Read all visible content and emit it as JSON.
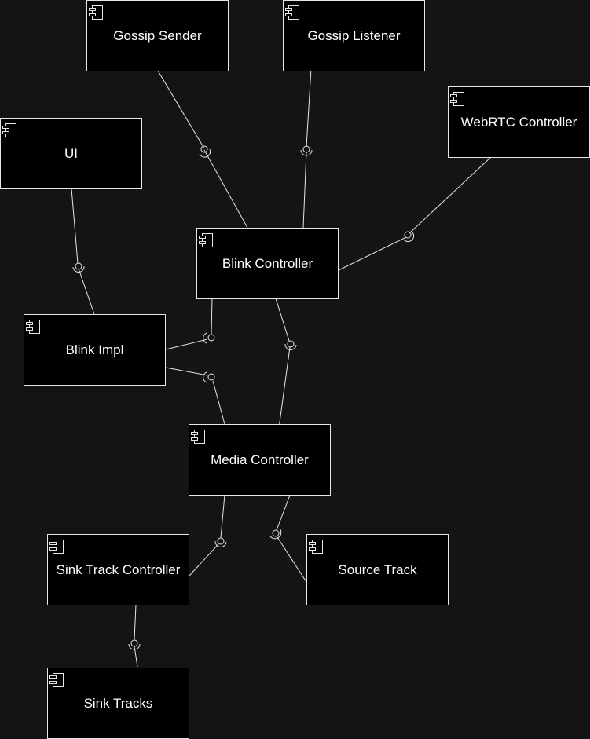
{
  "components": [
    {
      "id": "gossip-sender",
      "label": "Gossip Sender"
    },
    {
      "id": "gossip-listener",
      "label": "Gossip Listener"
    },
    {
      "id": "webrtc-controller",
      "label": "WebRTC Controller"
    },
    {
      "id": "ui",
      "label": "UI"
    },
    {
      "id": "blink-controller",
      "label": "Blink Controller"
    },
    {
      "id": "blink-impl",
      "label": "Blink Impl"
    },
    {
      "id": "media-controller",
      "label": "Media Controller"
    },
    {
      "id": "sink-track-controller",
      "label": "Sink Track Controller"
    },
    {
      "id": "source-track",
      "label": "Source Track"
    },
    {
      "id": "sink-tracks",
      "label": "Sink Tracks"
    }
  ],
  "component_icon": "uml-component-icon",
  "interface_icon": "required-provided-interface-socket",
  "colors": {
    "background": "#141414",
    "box_fill": "#000000",
    "stroke": "#e6e6e6",
    "text": "#ffffff"
  }
}
